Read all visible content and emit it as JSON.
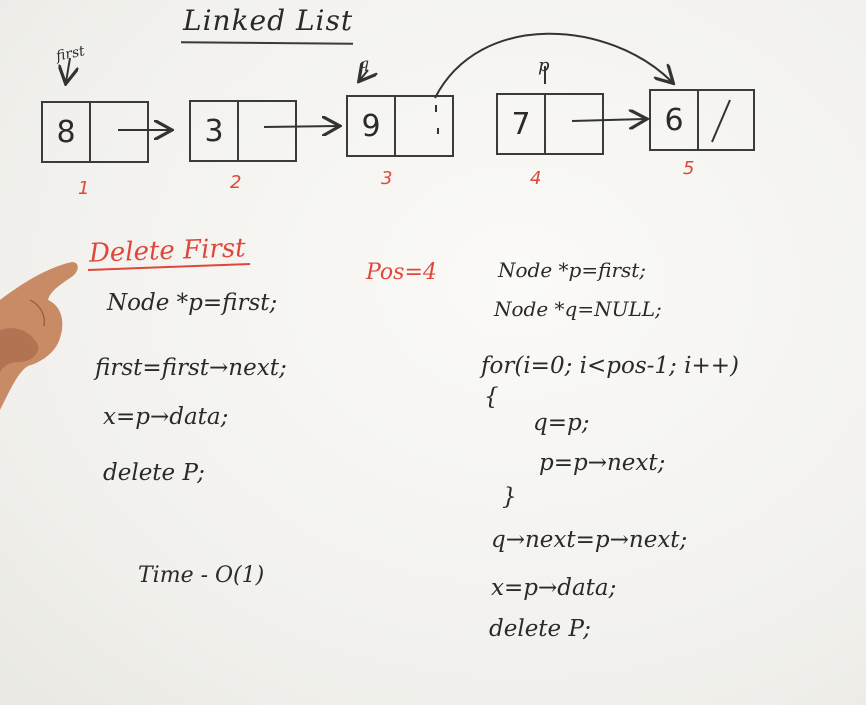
{
  "title": "Linked List",
  "pointer_labels": {
    "first": "first",
    "q": "q",
    "p": "p"
  },
  "nodes": [
    {
      "data": "8",
      "next": "→",
      "position": "1"
    },
    {
      "data": "3",
      "next": "→",
      "position": "2"
    },
    {
      "data": "9",
      "next": ":",
      "position": "3"
    },
    {
      "data": "7",
      "next": "→",
      "position": "4"
    },
    {
      "data": "6",
      "next": "/",
      "position": "5"
    }
  ],
  "delete_first": {
    "heading": "Delete First",
    "lines": [
      "Node *p=first;",
      "first=first→next;",
      "x=p→data;",
      "delete P;"
    ],
    "time": "Time - O(1)"
  },
  "pos_label": "Pos=4",
  "delete_pos": {
    "lines": [
      "Node *p=first;",
      "Node *q=NULL;",
      "for(i=0; i<pos-1; i++)",
      "{",
      "q=p;",
      "p=p→next;",
      "}",
      "q→next=p→next;",
      "x=p→data;",
      "delete P;"
    ]
  },
  "colors": {
    "ink": "#2a2a2a",
    "marker_red": "#e0473a",
    "board": "#f3f2ee",
    "hand": "#c98a66"
  }
}
